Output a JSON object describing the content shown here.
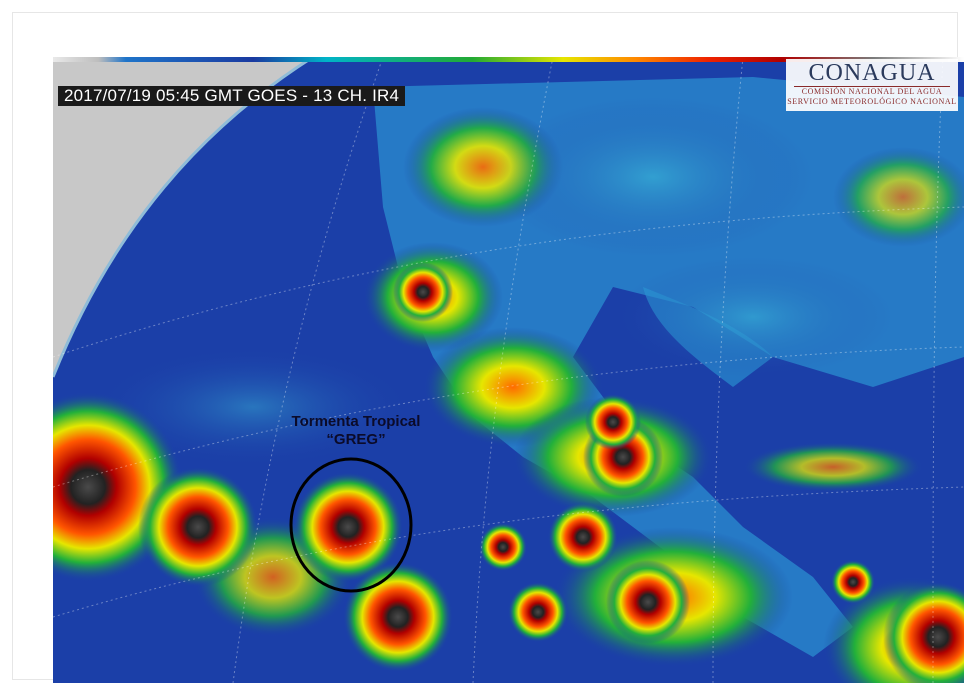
{
  "image": {
    "timestamp_label": "2017/07/19 05:45 GMT GOES - 13 CH. IR4",
    "logo": {
      "name": "CONAGUA",
      "subtitle_1": "COMISIÓN NACIONAL DEL AGUA",
      "subtitle_2": "SERVICIO METEOROLÓGICO NACIONAL"
    },
    "annotation": {
      "line1": "Tormenta Tropical",
      "line2": "“GREG”"
    }
  },
  "colors": {
    "ocean": "#1b3fa8",
    "cloud_warm": "#26a6d0",
    "cloud_green": "#22b03a",
    "cloud_yellow": "#e6e600",
    "cloud_red": "#ee2200",
    "cloud_core": "#555555",
    "space": "#c8c8c8"
  }
}
